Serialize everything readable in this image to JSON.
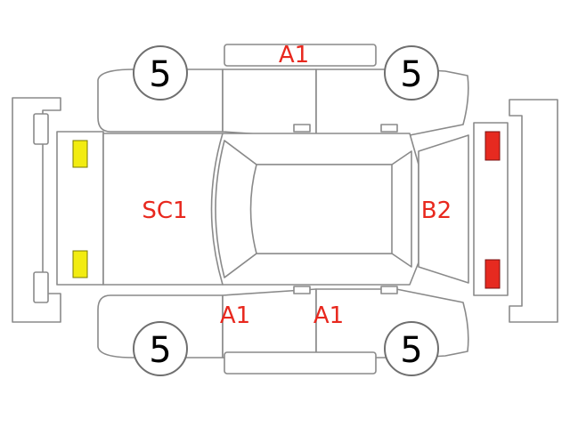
{
  "colors": {
    "damage_code": "#e8281e",
    "front_lamp": "#f2ec10",
    "rear_lamp": "#e62a20",
    "outline": "#8a8a8a"
  },
  "wheels": {
    "front_left": "5",
    "rear_left": "5",
    "front_right": "5",
    "rear_right": "5"
  },
  "damage_codes": {
    "top_doors": "A1",
    "hood": "SC1",
    "tailgate": "B2",
    "front_right_door": "A1",
    "rear_right_door": "A1"
  }
}
